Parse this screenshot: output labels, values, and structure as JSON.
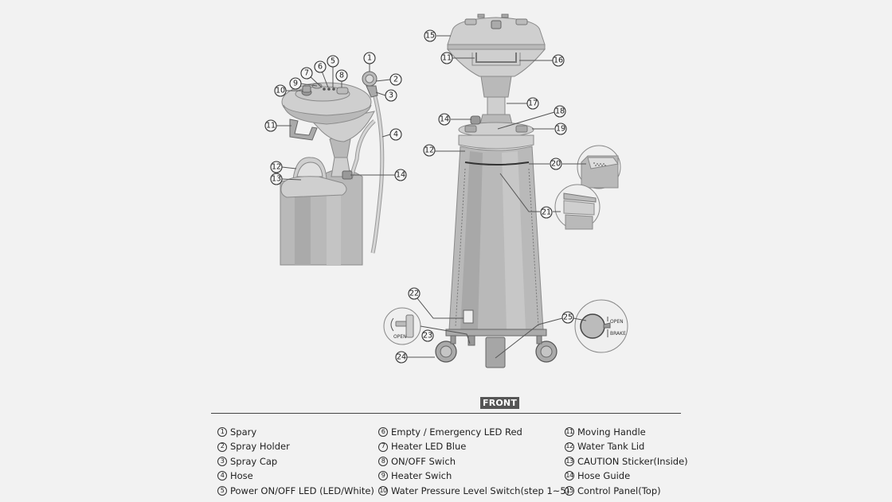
{
  "section_label": "FRONT",
  "callouts_left_unit": [
    "1",
    "2",
    "3",
    "4",
    "5",
    "6",
    "7",
    "8",
    "9",
    "10",
    "11",
    "12",
    "13",
    "14"
  ],
  "callouts_right_unit": [
    "15",
    "11",
    "16",
    "17",
    "14",
    "18",
    "19",
    "12",
    "20",
    "21",
    "22",
    "23",
    "24",
    "25"
  ],
  "inset_labels": {
    "open_left": "OPEN",
    "open_right": "OPEN",
    "brake_right": "BRAKE"
  },
  "legend": {
    "columns": [
      [
        {
          "num": "1",
          "label": "Spary"
        },
        {
          "num": "2",
          "label": "Spray Holder"
        },
        {
          "num": "3",
          "label": "Spray Cap"
        },
        {
          "num": "4",
          "label": "Hose"
        },
        {
          "num": "5",
          "label": "Power ON/OFF LED (LED/White)"
        }
      ],
      [
        {
          "num": "6",
          "label": "Empty / Emergency LED Red"
        },
        {
          "num": "7",
          "label": "Heater LED Blue"
        },
        {
          "num": "8",
          "label": "ON/OFF Swich"
        },
        {
          "num": "9",
          "label": "Heater Swich"
        },
        {
          "num": "10",
          "label": "Water Pressure Level Switch(step 1~5)"
        }
      ],
      [
        {
          "num": "11",
          "label": "Moving Handle"
        },
        {
          "num": "12",
          "label": "Water Tank Lid"
        },
        {
          "num": "13",
          "label": "CAUTION Sticker(Inside)"
        },
        {
          "num": "14",
          "label": "Hose Guide"
        },
        {
          "num": "15",
          "label": "Control Panel(Top)"
        }
      ]
    ]
  },
  "colors": {
    "background": "#f2f2f2",
    "device_body": "#b9b9b9",
    "label_badge": "#555555"
  }
}
